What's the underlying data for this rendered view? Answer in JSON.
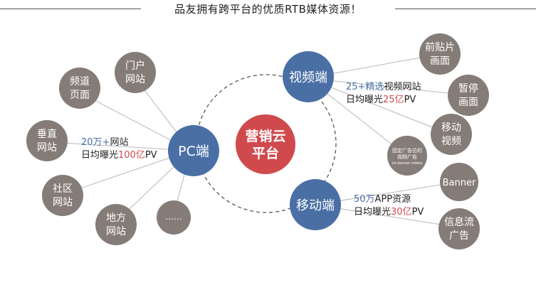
{
  "header": {
    "title": "品友拥有跨平台的优质RTB媒体资源！"
  },
  "center": {
    "line1": "营销云",
    "line2": "平台"
  },
  "hubs": {
    "pc": "PC端",
    "video": "视频端",
    "mobile": "移动端"
  },
  "pc_nodes": {
    "portal": [
      "门户",
      "网站"
    ],
    "channel": [
      "频道",
      "页面"
    ],
    "vertical": [
      "垂直",
      "网站"
    ],
    "community": [
      "社区",
      "网站"
    ],
    "local": [
      "地方",
      "网站"
    ],
    "more": "……"
  },
  "video_nodes": {
    "preroll": [
      "前贴片",
      "画面"
    ],
    "pause": [
      "暂停",
      "画面"
    ],
    "mobile_video": [
      "移动",
      "视频"
    ],
    "fixed": [
      "固定广告位的",
      "视频广告",
      "(in-banner video)"
    ]
  },
  "mobile_nodes": {
    "banner": "Banner",
    "feed": [
      "信息流",
      "广告"
    ]
  },
  "pc_stats": {
    "line1_blue": "20万+",
    "line1_dark": "网站",
    "line2_dark": "日均曝光",
    "line2_red": "100亿",
    "line2_tail": "PV"
  },
  "video_stats": {
    "line1_blue": "25+精选",
    "line1_dark": "视频网站",
    "line2_dark": "日均曝光",
    "line2_red": "25亿",
    "line2_tail": "PV"
  },
  "mobile_stats": {
    "line1_blue": "50万",
    "line1_dark": "APP资源",
    "line2_dark": "日均曝光",
    "line2_red": "30亿",
    "line2_tail": "PV"
  },
  "colors": {
    "gray_node": "#857c78",
    "blue_hub": "#4a6fa5",
    "red_center": "#d04a4d"
  }
}
